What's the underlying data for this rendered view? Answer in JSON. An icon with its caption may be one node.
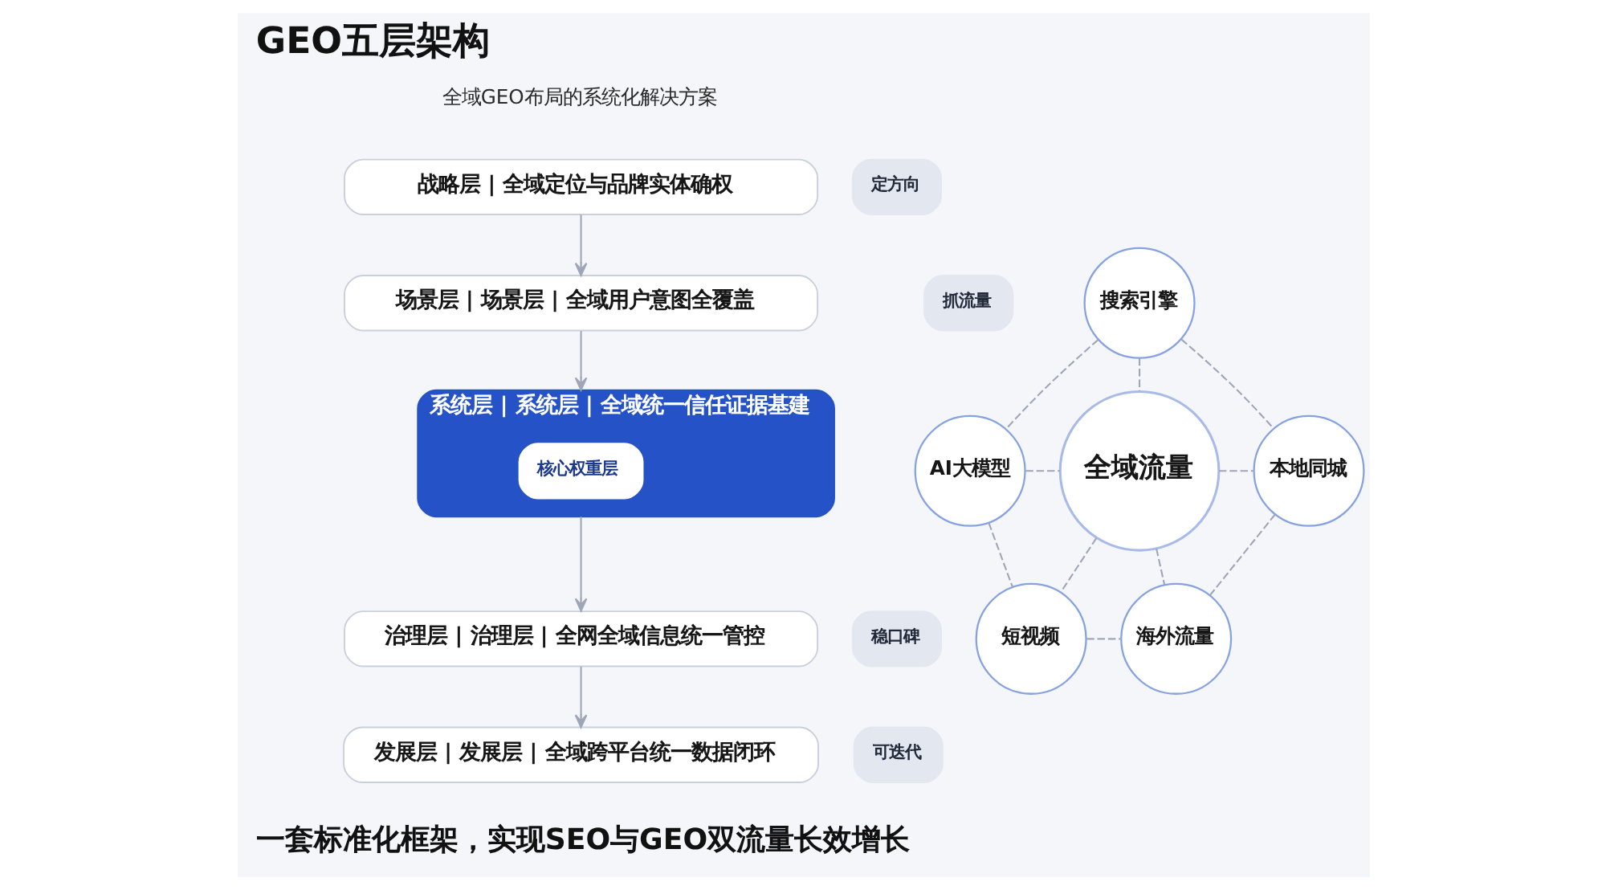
{
  "diagram": {
    "title": "GEO五层架构",
    "caption": "一套标准化框架，实现SEO与GEO双流量长效增长",
    "nodes": [
      {
        "text": [
          "战略层 | 全域定位与品牌实体确权"
        ]
      },
      {
        "text": [
          "定方向"
        ]
      },
      {
        "text": [
          "场景层 | 场景层 | 全域用户意图全覆盖"
        ]
      },
      {
        "text": [
          "抓流量"
        ]
      },
      {
        "text": [
          "系统层 | 系统层 | 全域统一信任证据基建"
        ]
      },
      {
        "text": [
          "核心权重层"
        ],
        "in": 4
      },
      {
        "text": [
          "治理层 | 治理层 | 全网全域信息统一管控"
        ]
      },
      {
        "text": [
          "稳口碑"
        ]
      },
      {
        "text": [
          "发展层 | 发展层 | 全域跨平台统一数据闭环"
        ]
      },
      {
        "text": [
          "可迭代"
        ]
      },
      {
        "text": [
          "搜索引擎"
        ]
      },
      {
        "text": [
          "AI大模型"
        ]
      },
      {
        "text": [
          "本地同城"
        ]
      },
      {
        "text": [
          "全域流量"
        ]
      },
      {
        "text": [
          "短视频"
        ]
      },
      {
        "text": [
          "海外流量"
        ]
      }
    ],
    "edges": [
      {
        "from": 0,
        "to": 2,
        "arrow": "to"
      },
      {
        "from": 2,
        "to": 4,
        "arrow": "to"
      },
      {
        "from": 4,
        "to": 6,
        "arrow": "to"
      },
      {
        "from": 6,
        "to": 8,
        "arrow": "to"
      },
      {
        "from": 10,
        "to": 13,
        "arrow": "none",
        "style": "dashed"
      },
      {
        "from": 11,
        "to": 13,
        "arrow": "none",
        "style": "dashed"
      },
      {
        "from": 13,
        "to": 12,
        "arrow": "none",
        "style": "dashed"
      },
      {
        "from": 13,
        "to": 14,
        "arrow": "none",
        "style": "dashed"
      },
      {
        "from": 13,
        "to": 15,
        "arrow": "none",
        "style": "dashed"
      },
      {
        "from": 10,
        "to": 11,
        "arrow": "none",
        "style": "dashed"
      },
      {
        "from": 10,
        "to": 12,
        "arrow": "none",
        "style": "dashed"
      },
      {
        "from": 11,
        "to": 14,
        "arrow": "none",
        "style": "dashed"
      },
      {
        "from": 12,
        "to": 15,
        "arrow": "none",
        "style": "dashed"
      },
      {
        "from": 14,
        "to": 15,
        "arrow": "none",
        "style": "dashed"
      }
    ],
    "labels": [
      "全域GEO布局的系统化解决方案"
    ]
  }
}
